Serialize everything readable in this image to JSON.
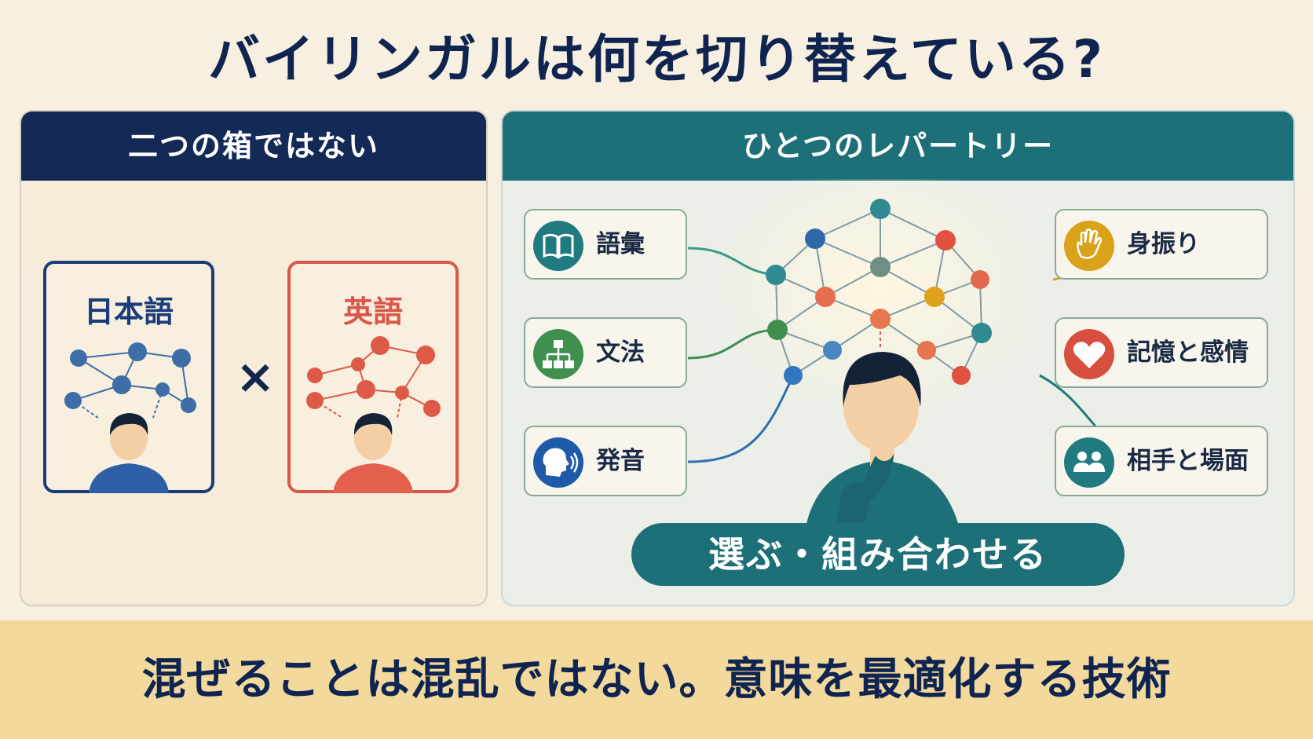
{
  "title": "バイリンガルは何を切り替えている?",
  "left_panel": {
    "header": "二つの箱ではない",
    "japanese_label": "日本語",
    "english_label": "英語",
    "cross": "×"
  },
  "right_panel": {
    "header": "ひとつのレパートリー",
    "left_items": [
      {
        "label": "語彙",
        "icon": "book-icon",
        "color": "#1f7b7f"
      },
      {
        "label": "文法",
        "icon": "hierarchy-icon",
        "color": "#3f8f4f"
      },
      {
        "label": "発音",
        "icon": "speaking-head-icon",
        "color": "#1f5aa8"
      }
    ],
    "right_items": [
      {
        "label": "身振り",
        "icon": "hand-icon",
        "color": "#d9a21a"
      },
      {
        "label": "記憶と感情",
        "icon": "heart-icon",
        "color": "#d94f3f"
      },
      {
        "label": "相手と場面",
        "icon": "people-icon",
        "color": "#1f7b7f"
      }
    ],
    "center_label": "選ぶ・組み合わせる"
  },
  "footer": "混ぜることは混乱ではない。意味を最適化する技術",
  "colors": {
    "navy": "#132a57",
    "teal": "#1d6f78",
    "red": "#de5a48",
    "blue_node": "#3d6ea8",
    "footer_bg": "#f3d99b"
  }
}
